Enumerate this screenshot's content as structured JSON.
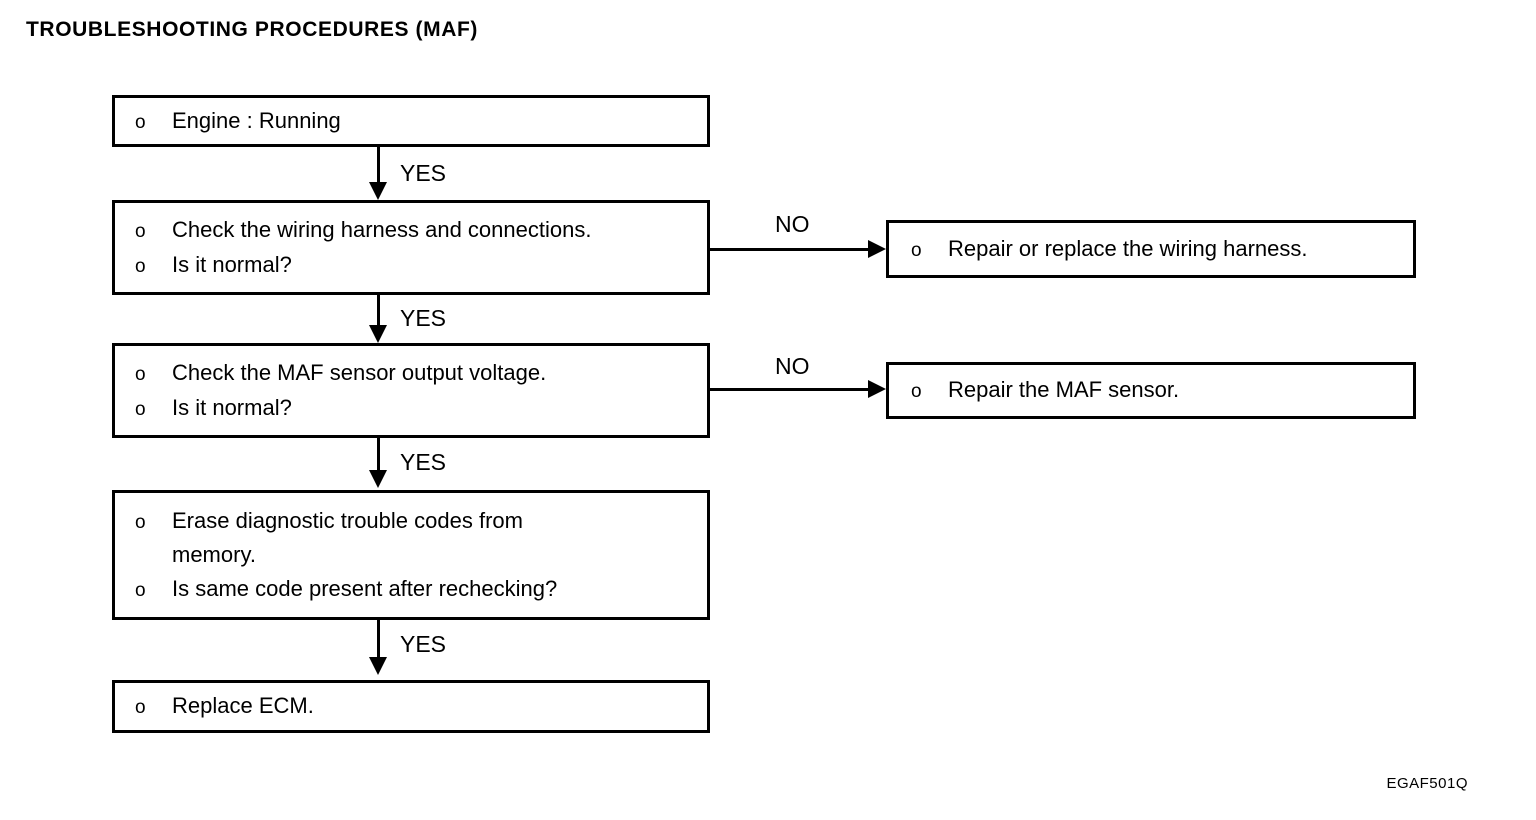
{
  "title": "TROUBLESHOOTING PROCEDURES (MAF)",
  "figure_code": "EGAF501Q",
  "bullet_glyph": "o",
  "colors": {
    "ink": "#000000",
    "paper": "#ffffff"
  },
  "nodes": [
    {
      "id": "engine-running",
      "lines": [
        {
          "bullet": true,
          "text": "Engine : Running"
        }
      ]
    },
    {
      "id": "check-wiring-harness",
      "lines": [
        {
          "bullet": true,
          "text": "Check the wiring harness and connections."
        },
        {
          "bullet": true,
          "text": "Is it normal?"
        }
      ]
    },
    {
      "id": "repair-wiring-harness",
      "lines": [
        {
          "bullet": true,
          "text": "Repair or replace the wiring harness."
        }
      ]
    },
    {
      "id": "check-maf-output-voltage",
      "lines": [
        {
          "bullet": true,
          "text": "Check the MAF sensor output voltage."
        },
        {
          "bullet": true,
          "text": "Is it normal?"
        }
      ]
    },
    {
      "id": "repair-maf-sensor",
      "lines": [
        {
          "bullet": true,
          "text": "Repair the MAF sensor."
        }
      ]
    },
    {
      "id": "erase-dtc",
      "lines": [
        {
          "bullet": true,
          "text": "Erase diagnostic trouble codes from"
        },
        {
          "bullet": false,
          "text": "memory."
        },
        {
          "bullet": true,
          "text": "Is same code present after rechecking?"
        }
      ]
    },
    {
      "id": "replace-ecm",
      "lines": [
        {
          "bullet": true,
          "text": "Replace ECM."
        }
      ]
    }
  ],
  "edges": [
    {
      "id": "engine-to-wiring",
      "label": "YES",
      "direction": "down"
    },
    {
      "id": "wiring-no-to-repair-harness",
      "label": "NO",
      "direction": "right"
    },
    {
      "id": "wiring-to-maf",
      "label": "YES",
      "direction": "down"
    },
    {
      "id": "maf-no-to-repair-maf",
      "label": "NO",
      "direction": "right"
    },
    {
      "id": "maf-to-erase",
      "label": "YES",
      "direction": "down"
    },
    {
      "id": "erase-to-replace-ecm",
      "label": "YES",
      "direction": "down"
    }
  ]
}
